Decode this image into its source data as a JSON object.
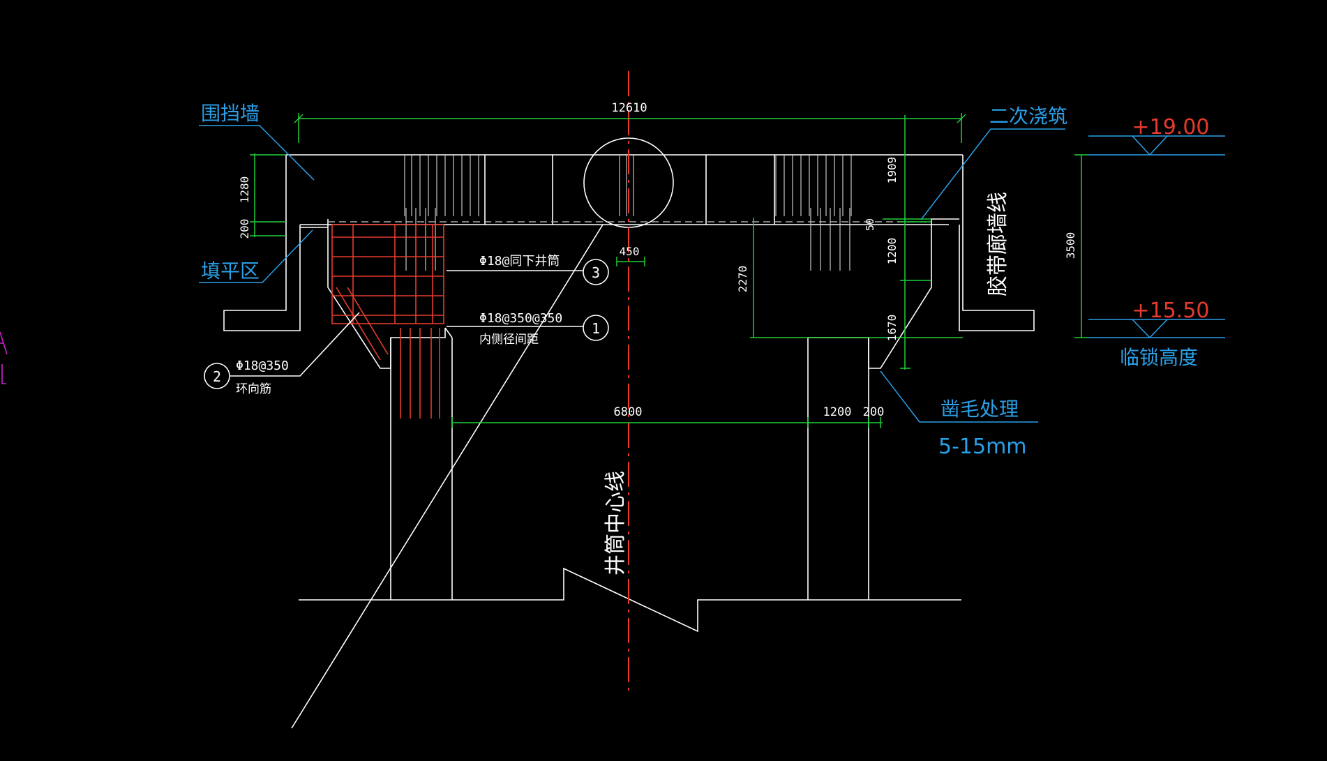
{
  "dimensions": {
    "overall_width": "12610",
    "wall_height": "1280",
    "fill_height": "200",
    "right_top": "1909",
    "right_mid": "1200",
    "right_bottom": "1670",
    "small_gap": "50",
    "total_height": "3500",
    "left_drop": "2270",
    "wall_thickness": "450",
    "inner_span": "6800",
    "right_span_a": "1200",
    "right_span_b": "200"
  },
  "labels": {
    "retaining_wall": "围挡墙",
    "fill_zone": "填平区",
    "secondary_pour": "二次浇筑",
    "belt_corridor": "胶带廊墙线",
    "lock_height": "临锁高度",
    "chisel_treatment": "凿毛处理",
    "chisel_depth": "5-15mm",
    "shaft_centerline": "井筒中心线"
  },
  "elevations": {
    "top": "+19.00",
    "bottom": "+15.50"
  },
  "rebar_notes": {
    "note3_text": "Φ18@同下井筒",
    "note3_id": "3",
    "note1_text": "Φ18@350@350",
    "note1_sub": "内侧径间距",
    "note1_id": "1",
    "note2_text": "Φ18@350",
    "note2_sub": "环向筋",
    "note2_id": "2"
  },
  "colors": {
    "background": "#000000",
    "outline": "#ffffff",
    "dimension": "#1fd13b",
    "leader": "#2aa0e8",
    "elevation": "#e63b2e",
    "rebar": "#e63b2e",
    "margin_marker": "#d020d0"
  }
}
